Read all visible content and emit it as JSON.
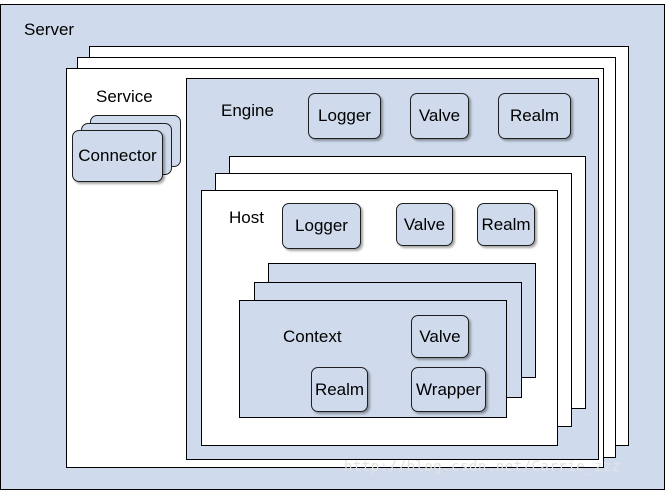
{
  "server": {
    "label": "Server"
  },
  "service": {
    "label": "Service",
    "connector_label": "Connector"
  },
  "engine": {
    "label": "Engine",
    "components": [
      "Logger",
      "Valve",
      "Realm"
    ]
  },
  "host": {
    "label": "Host",
    "components": [
      "Logger",
      "Valve",
      "Realm"
    ]
  },
  "context": {
    "label": "Context",
    "components": [
      "Valve",
      "Realm",
      "Wrapper"
    ]
  },
  "watermark": {
    "text": "http://blog.csdn.net/Carrie_zzz"
  },
  "colors": {
    "container_fill": "#cfdbec",
    "border": "#000000",
    "page_background": "#ffffff"
  }
}
